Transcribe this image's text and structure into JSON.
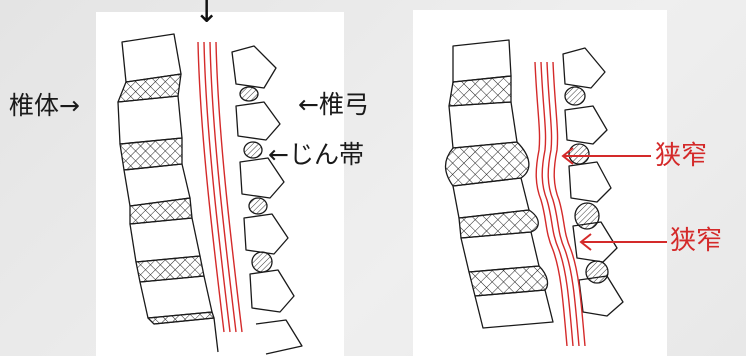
{
  "labels": {
    "top_arrow": "↓",
    "vertebral_body": "椎体→",
    "vertebral_arch": "←椎弓",
    "ligament": "←じん帯",
    "stenosis_1": "狭窄",
    "stenosis_2": "狭窄"
  },
  "colors": {
    "ink": "#1a1a1a",
    "spinal_canal": "#d42a2a",
    "panel": "#ffffff",
    "background": "#e9e9e9"
  }
}
